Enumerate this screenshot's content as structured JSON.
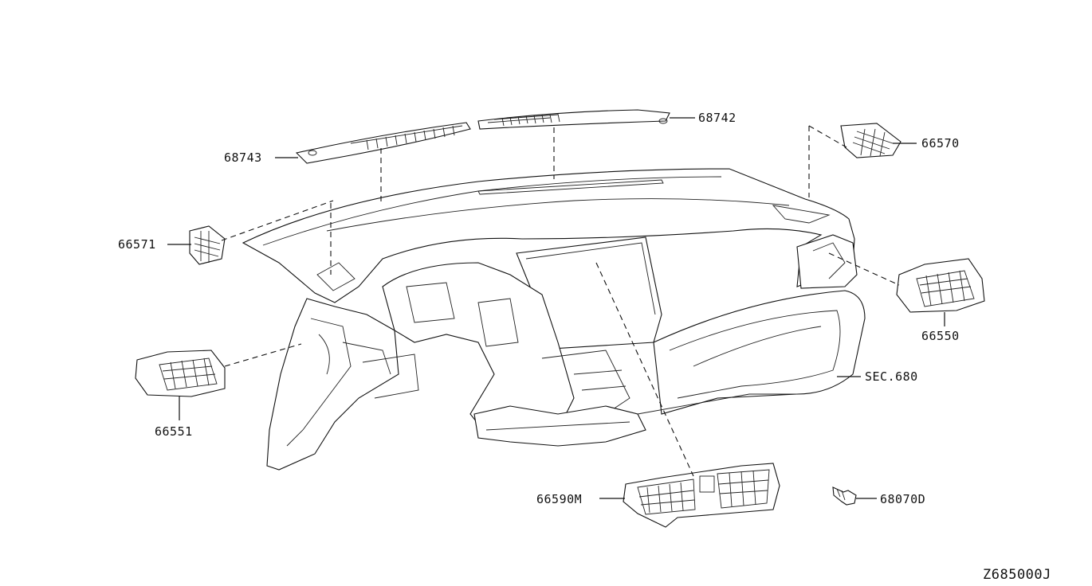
{
  "parts": {
    "p68742": "68742",
    "p68743": "68743",
    "p66570": "66570",
    "p66571": "66571",
    "p66550": "66550",
    "p66551": "66551",
    "sec680": "SEC.680",
    "p66590m": "66590M",
    "p68070d": "68070D"
  },
  "diagram_code": "Z685000J"
}
